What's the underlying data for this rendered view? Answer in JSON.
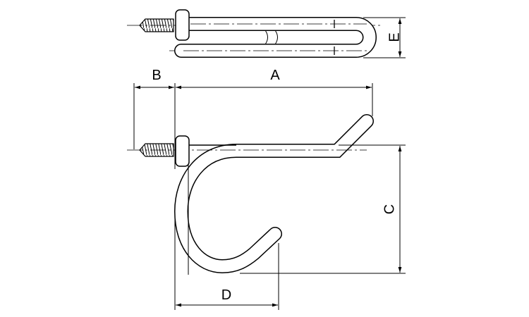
{
  "dimensions": {
    "A": "A",
    "B": "B",
    "C": "C",
    "D": "D",
    "E": "E"
  },
  "colors": {
    "line": "#000000",
    "background": "#ffffff"
  }
}
